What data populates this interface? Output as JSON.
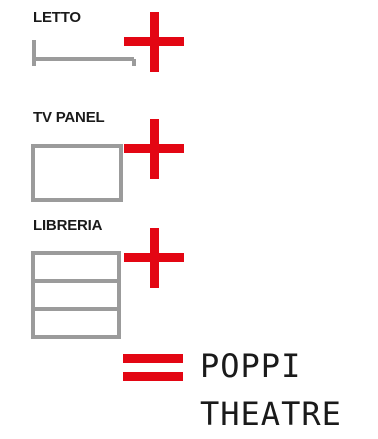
{
  "colors": {
    "accent": "#e30613",
    "icon_gray": "#9b9b9b",
    "text": "#1a1a1a"
  },
  "items": [
    {
      "label": "LETTO",
      "icon": "bed-icon"
    },
    {
      "label": "TV PANEL",
      "icon": "tv-panel-icon"
    },
    {
      "label": "LIBRERIA",
      "icon": "bookshelf-icon"
    }
  ],
  "operators": [
    "plus",
    "plus",
    "plus",
    "equals"
  ],
  "result": {
    "line1": "POPPI",
    "line2": "THEATRE"
  }
}
